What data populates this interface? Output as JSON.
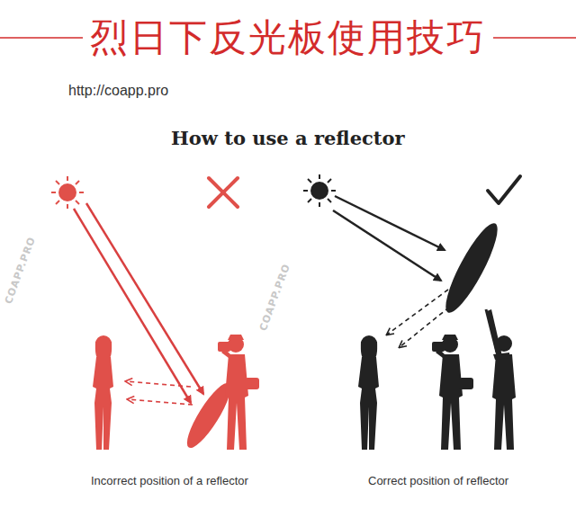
{
  "diagram": {
    "title": "烈日下反光板使用技巧",
    "labels": [
      "http://coapp.pro",
      "How to use a reflector",
      "Incorrect position of a reflector",
      "Correct position of reflector",
      "COAPP.PRO",
      "COAPP.PRO"
    ]
  }
}
